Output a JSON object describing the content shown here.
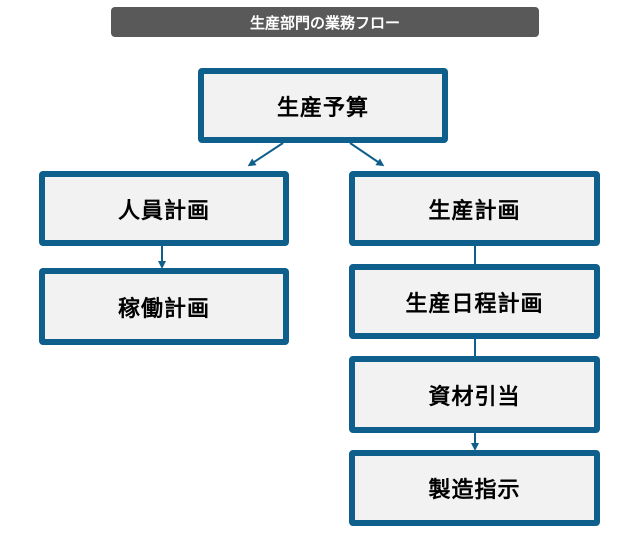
{
  "title": "生産部門の業務フロー",
  "nodes": {
    "budget": "生産予算",
    "staffing": "人員計画",
    "utilization": "稼働計画",
    "production_plan": "生産計画",
    "schedule": "生産日程計画",
    "materials": "資材引当",
    "instructions": "製造指示"
  },
  "colors": {
    "box_border": "#0e5f8c",
    "box_fill": "#f2f2f2",
    "title_bg": "#595959",
    "connector": "#0e5f8c"
  }
}
